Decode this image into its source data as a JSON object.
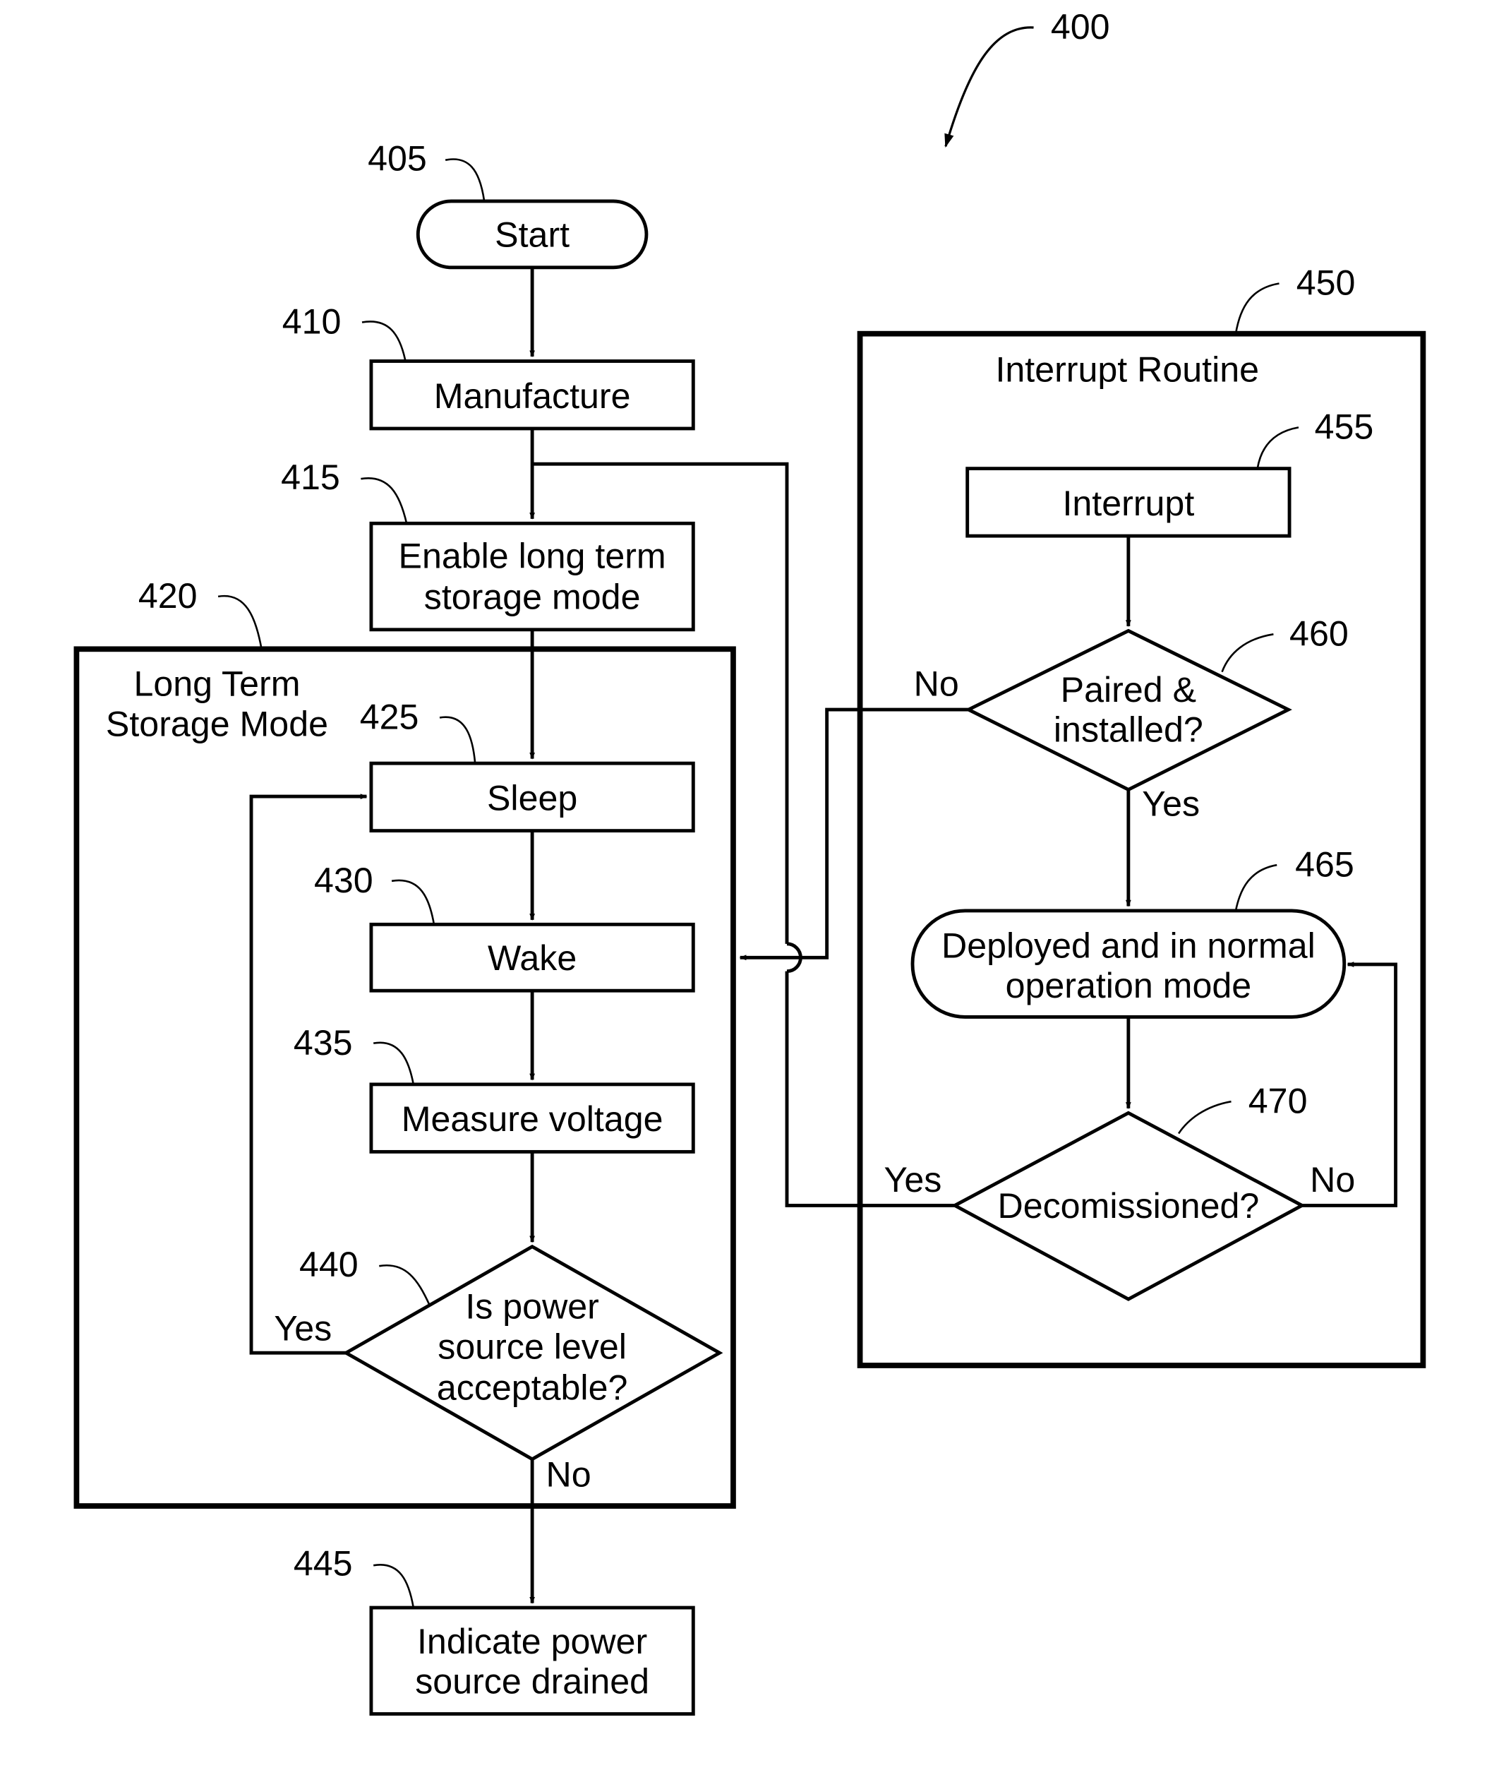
{
  "figure_ref": "400",
  "groups": {
    "long_term": {
      "ref": "420",
      "title_line1": "Long Term",
      "title_line2": "Storage Mode"
    },
    "interrupt": {
      "ref": "450",
      "title": "Interrupt Routine"
    }
  },
  "nodes": {
    "start": {
      "ref": "405",
      "line1": "Start"
    },
    "manufacture": {
      "ref": "410",
      "line1": "Manufacture"
    },
    "enable": {
      "ref": "415",
      "line1": "Enable long term",
      "line2": "storage mode"
    },
    "sleep": {
      "ref": "425",
      "line1": "Sleep"
    },
    "wake": {
      "ref": "430",
      "line1": "Wake"
    },
    "measure": {
      "ref": "435",
      "line1": "Measure voltage"
    },
    "power_check": {
      "ref": "440",
      "line1": "Is power",
      "line2": "source level",
      "line3": "acceptable?"
    },
    "indicate": {
      "ref": "445",
      "line1": "Indicate power",
      "line2": "source drained"
    },
    "interrupt": {
      "ref": "455",
      "line1": "Interrupt"
    },
    "paired": {
      "ref": "460",
      "line1": "Paired &",
      "line2": "installed?"
    },
    "deployed": {
      "ref": "465",
      "line1": "Deployed and in normal",
      "line2": "operation mode"
    },
    "decom": {
      "ref": "470",
      "line1": "Decomissioned?"
    }
  },
  "edge_labels": {
    "power_yes": "Yes",
    "power_no": "No",
    "paired_no": "No",
    "paired_yes": "Yes",
    "decom_yes": "Yes",
    "decom_no": "No"
  }
}
